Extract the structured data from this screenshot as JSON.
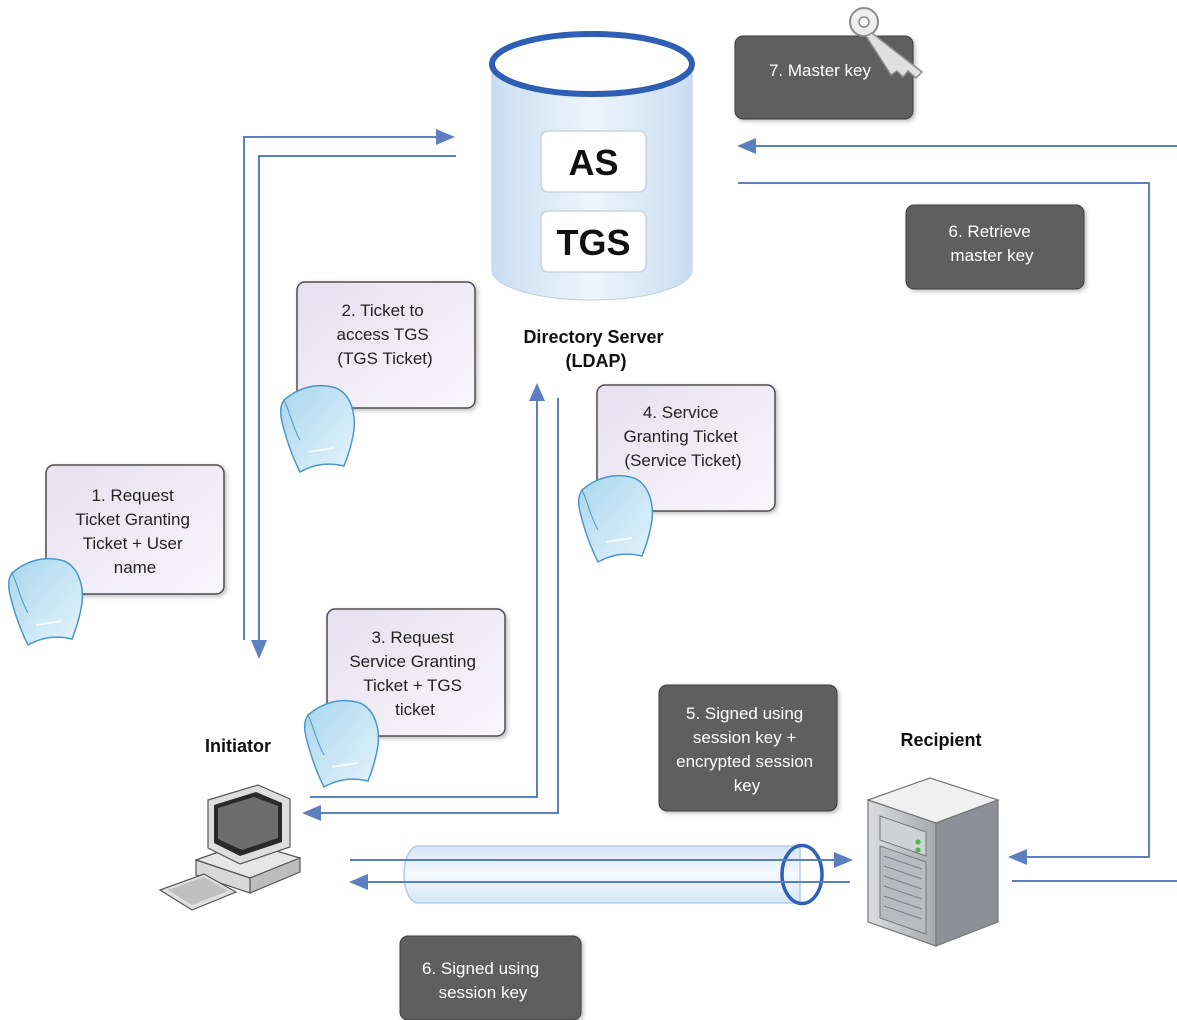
{
  "server": {
    "as_label": "AS",
    "tgs_label": "TGS",
    "title_line1": "Directory Server",
    "title_line2": "(LDAP)"
  },
  "nodes": {
    "initiator": "Initiator",
    "recipient": "Recipient"
  },
  "steps": {
    "step1": [
      "1. Request",
      "Ticket Granting",
      "Ticket + User",
      "name"
    ],
    "step2": [
      "2. Ticket to",
      "access TGS",
      "(TGS Ticket)"
    ],
    "step3": [
      "3. Request",
      "Service Granting",
      "Ticket + TGS",
      "ticket"
    ],
    "step4": [
      "4. Service",
      "Granting Ticket",
      "(Service Ticket)"
    ],
    "step5": [
      "5. Signed using",
      "session key +",
      "encrypted session",
      "key"
    ],
    "step6_retrieve": [
      "6. Retrieve",
      "master key"
    ],
    "step6_signed": [
      "6. Signed using",
      "session key"
    ],
    "step7": [
      "7. Master key"
    ]
  },
  "colors": {
    "arrow": "#5b7fbf",
    "dark_box": "#5f5f5f",
    "light_box": "#ede8f4",
    "cylinder_stroke": "#2f5fb5",
    "cylinder_fill": "#d4e5f6"
  }
}
